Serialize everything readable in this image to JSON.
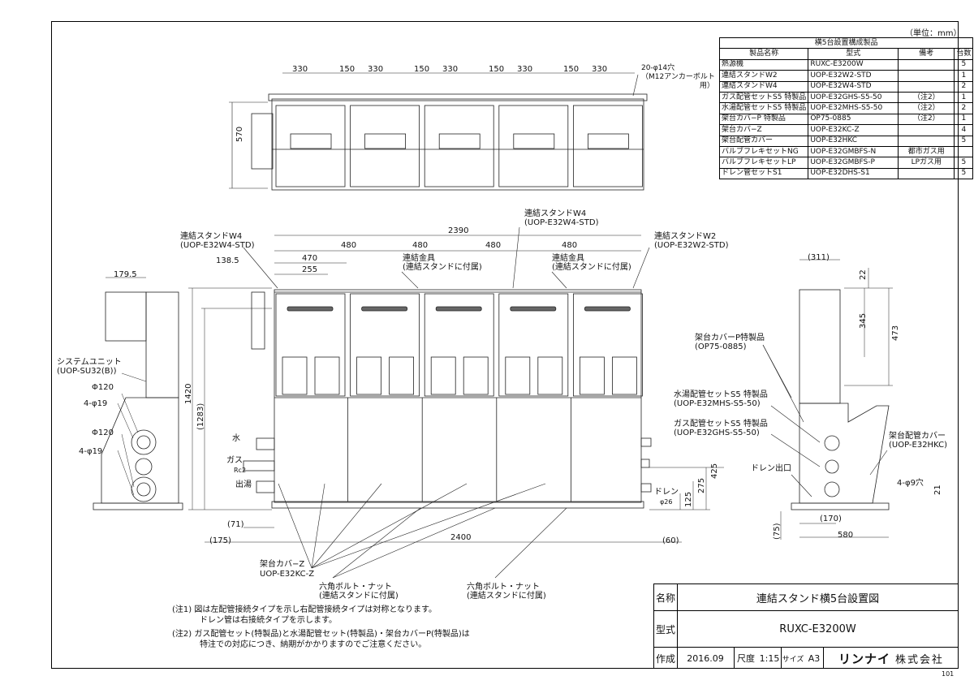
{
  "header": {
    "unit": "（単位：mm）",
    "page_no": "101"
  },
  "parts_table": {
    "caption": "横5台設置構成製品",
    "headers": [
      "製品名称",
      "型式",
      "備考",
      "台数"
    ],
    "rows": [
      {
        "name": "熱源機",
        "model": "RUXC-E3200W",
        "note": "",
        "qty": "5"
      },
      {
        "name": "連結スタンドW2",
        "model": "UOP-E32W2-STD",
        "note": "",
        "qty": "1"
      },
      {
        "name": "連結スタンドW4",
        "model": "UOP-E32W4-STD",
        "note": "",
        "qty": "2"
      },
      {
        "name": "ガス配管セットS5 特製品",
        "model": "UOP-E32GHS-S5-50",
        "note": "（注2）",
        "qty": "1"
      },
      {
        "name": "水湯配管セットS5 特製品",
        "model": "UOP-E32MHS-S5-50",
        "note": "（注2）",
        "qty": "2"
      },
      {
        "name": "架台カバ−P 特製品",
        "model": "OP75-0885",
        "note": "（注2）",
        "qty": "1"
      },
      {
        "name": "架台カバ−Z",
        "model": "UOP-E32KC-Z",
        "note": "",
        "qty": "4"
      },
      {
        "name": "架台配管カバー",
        "model": "UOP-E32HKC",
        "note": "",
        "qty": "5"
      },
      {
        "name": "バルブフレキセットNG",
        "model": "UOP-E32GMBFS-N",
        "note": "都市ガス用",
        "qty": ""
      },
      {
        "name": "バルブフレキセットLP",
        "model": "UOP-E32GMBFS-P",
        "note": "LPガス用",
        "qty": "5"
      },
      {
        "name": "ドレン管セットS1",
        "model": "UOP-E32DHS-S1",
        "note": "",
        "qty": "5"
      }
    ]
  },
  "top_view": {
    "dims": [
      "330",
      "150",
      "330",
      "150",
      "330",
      "150",
      "330",
      "150",
      "330"
    ],
    "depth": "570",
    "hole_note": "20-φ14穴",
    "hole_sub": "（M12アンカーボルト",
    "hole_sub2": "用）"
  },
  "front_view": {
    "total_width": "2390",
    "pitch": [
      "480",
      "480",
      "480",
      "480"
    ],
    "d470": "470",
    "d255": "255",
    "d138": "138.5",
    "height": "1420",
    "height2": "(1283)",
    "bottom_total": "2400",
    "b71": "(71)",
    "b175": "(175)",
    "b60": "(60)",
    "h425": "425",
    "h275": "275",
    "h125": "125",
    "water": "水",
    "gas": "ガス",
    "gas_sub": "Rc2",
    "hot": "出湯",
    "drain": "ドレン",
    "drain_sub": "φ26",
    "lbl_w4_a": "連結スタンドW4",
    "lbl_w4_a_sub": "(UOP-E32W4-STD)",
    "lbl_w4_b": "連結スタンドW4",
    "lbl_w4_b_sub": "(UOP-E32W4-STD)",
    "lbl_w2": "連結スタンドW2",
    "lbl_w2_sub": "(UOP-E32W2-STD)",
    "lbl_fit1": "連結金具",
    "lbl_fit1_sub": "(連結スタンドに付属)",
    "lbl_fit2": "連結金具",
    "lbl_fit2_sub": "(連結スタンドに付属)",
    "lbl_kcz": "架台カバ−Z",
    "lbl_kcz_sub": "UOP-E32KC-Z",
    "lbl_bolt1": "六角ボルト・ナット",
    "lbl_bolt1_sub": "(連結スタンドに付属)",
    "lbl_bolt2": "六角ボルト・ナット",
    "lbl_bolt2_sub": "(連結スタンドに付属)"
  },
  "left_view": {
    "d179": "179.5",
    "sys_unit": "システムユニット",
    "sys_unit_sub": "(UOP-SU32(B))",
    "phi120a": "Φ120",
    "holes_a": "4-φ19",
    "phi120b": "Φ120",
    "holes_b": "4-φ19"
  },
  "right_view": {
    "d311": "(311)",
    "d22": "22",
    "d345": "345",
    "d473": "473",
    "lbl_kcp": "架台カバーP特製品",
    "lbl_kcp_sub": "(OP75-0885)",
    "lbl_mhs": "水湯配管セットS5 特製品",
    "lbl_mhs_sub": "(UOP-E32MHS-S5-50)",
    "lbl_ghs": "ガス配管セットS5 特製品",
    "lbl_ghs_sub": "(UOP-E32GHS-S5-50)",
    "lbl_hkc": "架台配管カバー",
    "lbl_hkc_sub": "(UOP-E32HKC)",
    "drain_out": "ドレン出口",
    "holes": "4-φ9穴",
    "d21": "21",
    "d170": "(170)",
    "d580": "580",
    "d75": "(75)"
  },
  "notes": {
    "n1a": "(注1) 図は左配管接続タイプを示し右配管接続タイプは対称となります。",
    "n1b": "ドレン管は右接続タイプを示します。",
    "n2a": "(注2) ガス配管セット(特製品)と水湯配管セット(特製品)・架台カバーP(特製品)は",
    "n2b": "特注での対応につき、納期がかかりますのでご注意ください。"
  },
  "title_block": {
    "name_label": "名称",
    "name_value": "連結スタンド横5台設置図",
    "model_label": "型式",
    "model_value": "RUXC-E3200W",
    "made_label": "作成",
    "date": "2016.09",
    "scale_label": "尺度",
    "scale": "1:15",
    "size_label": "サイズ",
    "size": "A3",
    "company_brand": "リンナイ",
    "company_suffix": "株式会社"
  }
}
